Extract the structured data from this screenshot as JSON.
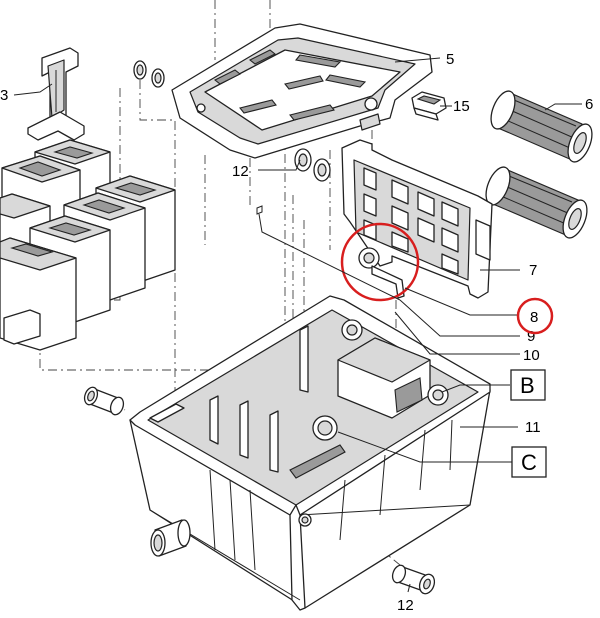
{
  "callouts": {
    "c3": "3",
    "c5": "5",
    "c6": "6",
    "c7": "7",
    "c8": "8",
    "c9": "9",
    "c10": "10",
    "c11": "11",
    "c12_top": "12",
    "c12_bottom": "12",
    "c15": "15"
  },
  "boxed_labels": {
    "b": "B",
    "c": "C"
  },
  "highlight": {
    "color": "#d81e1e",
    "target_callout": "8"
  }
}
